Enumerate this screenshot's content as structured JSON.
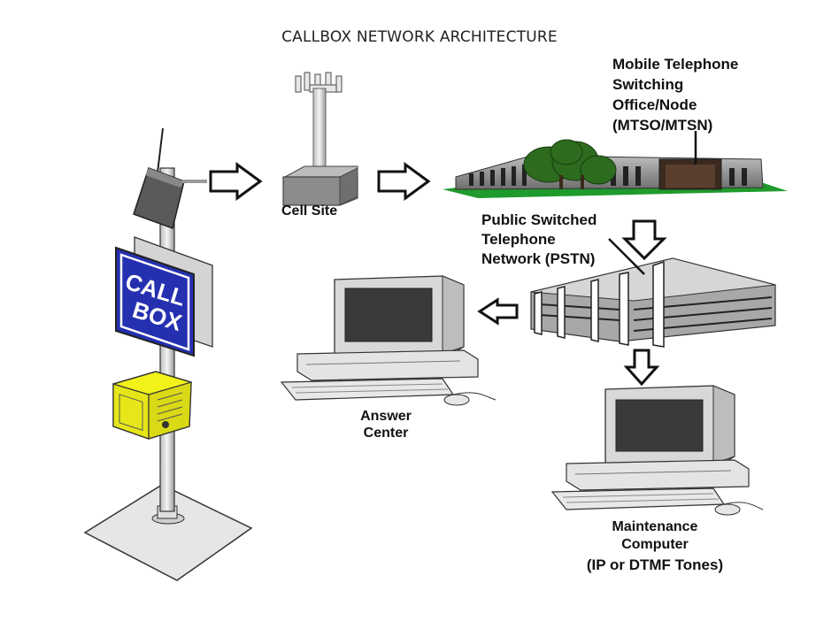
{
  "title": "CALLBOX NETWORK ARCHITECTURE",
  "callbox_sign": [
    "CALL",
    "BOX"
  ],
  "labels": {
    "cell_site": "Cell Site",
    "mtso": [
      "Mobile Telephone",
      "Switching",
      "Office/Node",
      "(MTSO/MTSN)"
    ],
    "pstn": [
      "Public Switched",
      "Telephone",
      "Network (PSTN)"
    ],
    "answer_center": [
      "Answer",
      "Center"
    ],
    "maintenance": [
      "Maintenance",
      "Computer",
      "(IP or DTMF Tones)"
    ]
  },
  "colors": {
    "sign_blue": "#2530b0",
    "callbox_yellow": "#f2f21a",
    "lawn_green": "#1f9a2c",
    "tree_green": "#2d6b1e",
    "building_gray": "#8c8c8c",
    "computer_gray": "#d8d8d8",
    "screen_dark": "#3a3a3a"
  }
}
